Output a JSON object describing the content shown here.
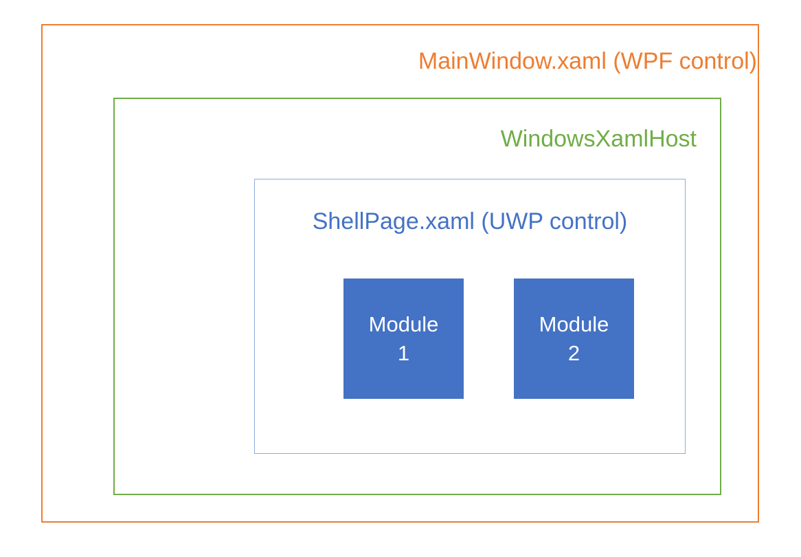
{
  "diagram": {
    "title": "WPF / UWP hosting architecture diagram",
    "outer": {
      "label": "MainWindow.xaml (WPF control)",
      "color": "#ED7D31"
    },
    "host": {
      "label": "WindowsXamlHost",
      "color": "#70AD47"
    },
    "shell": {
      "label": "ShellPage.xaml (UWP control)",
      "text_color": "#4472C4",
      "border_color": "#8FAADC"
    },
    "modules": [
      {
        "line1": "Module",
        "line2": "1"
      },
      {
        "line1": "Module",
        "line2": "2"
      }
    ],
    "module_fill": "#4472C4",
    "module_text_color": "#FFFFFF",
    "background": "#FFFFFF"
  }
}
